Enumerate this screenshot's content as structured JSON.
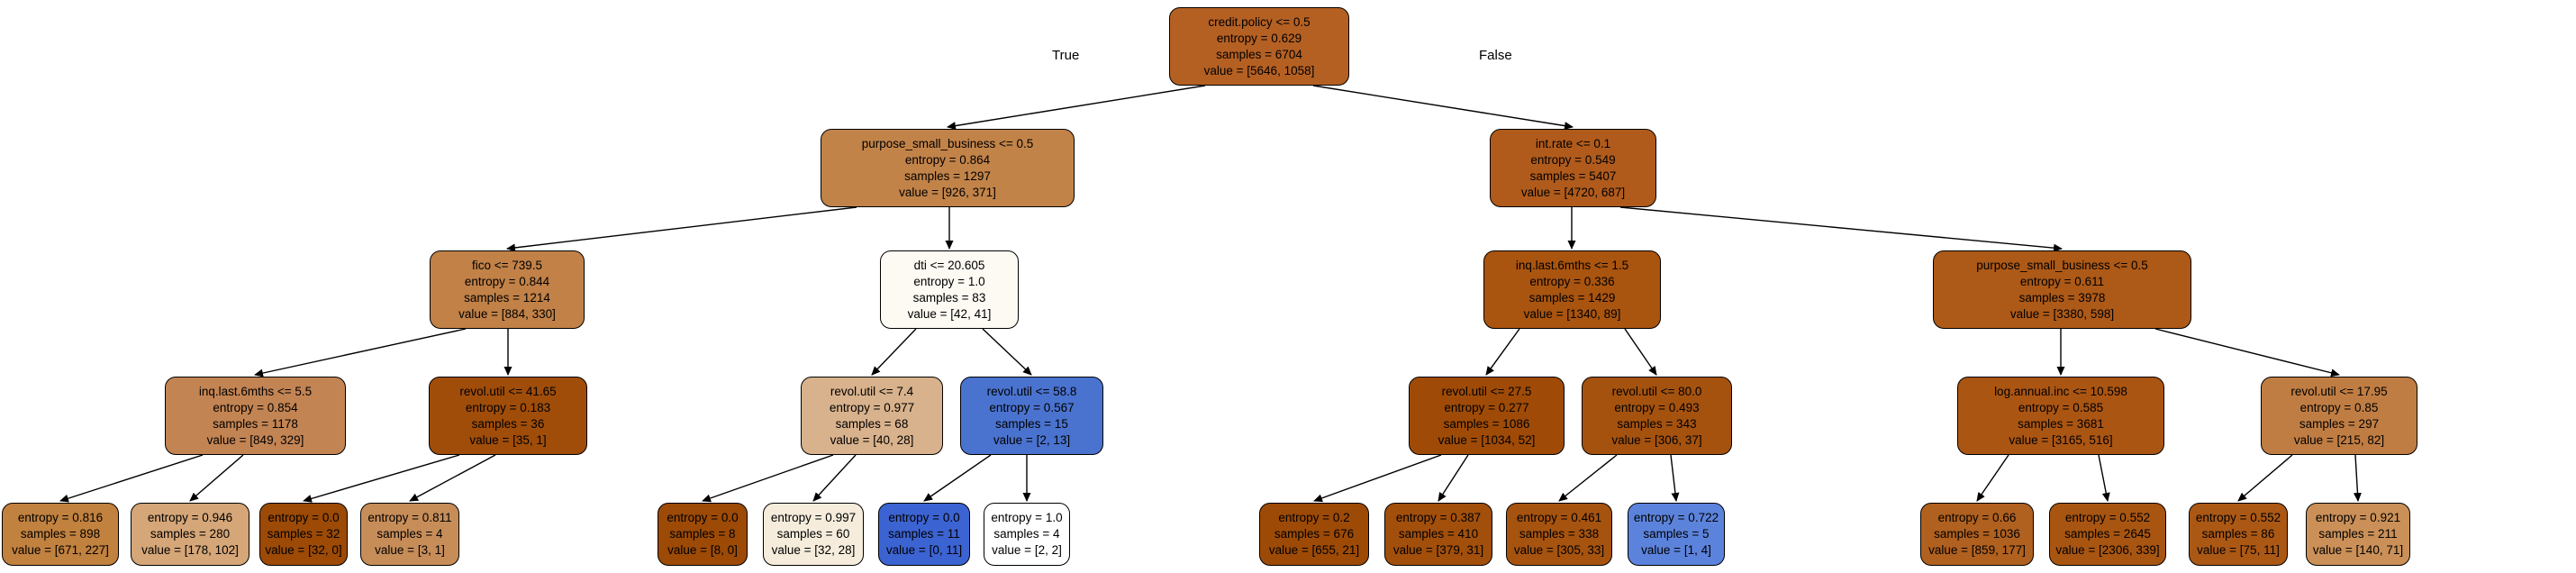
{
  "figure": {
    "background": "#ffffff",
    "type": "decision-tree",
    "criterion": "entropy",
    "class_colors": {
      "majority_class_0": "#9c4a06",
      "majority_class_1": "#3c63d2",
      "balanced": "#ffffff"
    }
  },
  "tree": {
    "edge_labels": {
      "true_label": "True",
      "false_label": "False"
    },
    "nodes": [
      {
        "name": "credit-policy-root",
        "depth": 0,
        "color": "#b56023",
        "lines": [
          "credit.policy <= 0.5",
          "entropy = 0.629",
          "samples = 6704",
          "value = [5646, 1058]"
        ]
      },
      {
        "name": "purpose-small-business-left",
        "depth": 1,
        "color": "#c28349",
        "lines": [
          "purpose_small_business <= 0.5",
          "entropy = 0.864",
          "samples = 1297",
          "value = [926, 371]"
        ]
      },
      {
        "name": "int-rate",
        "depth": 1,
        "color": "#b05b1c",
        "lines": [
          "int.rate <= 0.1",
          "entropy = 0.549",
          "samples = 5407",
          "value = [4720, 687]"
        ]
      },
      {
        "name": "fico",
        "depth": 2,
        "color": "#c18147",
        "lines": [
          "fico <= 739.5",
          "entropy = 0.844",
          "samples = 1214",
          "value = [884, 330]"
        ]
      },
      {
        "name": "dti",
        "depth": 2,
        "color": "#fdf9f3",
        "lines": [
          "dti <= 20.605",
          "entropy = 1.0",
          "samples = 83",
          "value = [42, 41]"
        ]
      },
      {
        "name": "inq-last-6mths-1-5",
        "depth": 2,
        "color": "#a9540f",
        "lines": [
          "inq.last.6mths <= 1.5",
          "entropy = 0.336",
          "samples = 1429",
          "value = [1340, 89]"
        ]
      },
      {
        "name": "purpose-small-business-right",
        "depth": 2,
        "color": "#ad5917",
        "lines": [
          "purpose_small_business <= 0.5",
          "entropy = 0.611",
          "samples = 3978",
          "value = [3380, 598]"
        ]
      },
      {
        "name": "inq-last-6mths-5-5",
        "depth": 3,
        "color": "#c38453",
        "lines": [
          "inq.last.6mths <= 5.5",
          "entropy = 0.854",
          "samples = 1178",
          "value = [849, 329]"
        ]
      },
      {
        "name": "revol-util-41-65",
        "depth": 3,
        "color": "#a04d0a",
        "lines": [
          "revol.util <= 41.65",
          "entropy = 0.183",
          "samples = 36",
          "value = [35, 1]"
        ]
      },
      {
        "name": "revol-util-7-4",
        "depth": 3,
        "color": "#d8b28c",
        "lines": [
          "revol.util <= 7.4",
          "entropy = 0.977",
          "samples = 68",
          "value = [40, 28]"
        ]
      },
      {
        "name": "revol-util-58-8",
        "depth": 3,
        "color": "#4a73cf",
        "lines": [
          "revol.util <= 58.8",
          "entropy = 0.567",
          "samples = 15",
          "value = [2, 13]"
        ]
      },
      {
        "name": "revol-util-27-5",
        "depth": 3,
        "color": "#9f4b07",
        "lines": [
          "revol.util <= 27.5",
          "entropy = 0.277",
          "samples = 1086",
          "value = [1034, 52]"
        ]
      },
      {
        "name": "revol-util-80-0",
        "depth": 3,
        "color": "#a5520f",
        "lines": [
          "revol.util <= 80.0",
          "entropy = 0.493",
          "samples = 343",
          "value = [306, 37]"
        ]
      },
      {
        "name": "log-annual-inc",
        "depth": 3,
        "color": "#ab5513",
        "lines": [
          "log.annual.inc <= 10.598",
          "entropy = 0.585",
          "samples = 3681",
          "value = [3165, 516]"
        ]
      },
      {
        "name": "revol-util-17-95",
        "depth": 3,
        "color": "#c07d43",
        "lines": [
          "revol.util <= 17.95",
          "entropy = 0.85",
          "samples = 297",
          "value = [215, 82]"
        ]
      },
      {
        "name": "leaf-1",
        "depth": 4,
        "color": "#c1813f",
        "lines": [
          "entropy = 0.816",
          "samples = 898",
          "value = [671, 227]"
        ]
      },
      {
        "name": "leaf-2",
        "depth": 4,
        "color": "#d5a678",
        "lines": [
          "entropy = 0.946",
          "samples = 280",
          "value = [178, 102]"
        ]
      },
      {
        "name": "leaf-3",
        "depth": 4,
        "color": "#9c4a06",
        "lines": [
          "entropy = 0.0",
          "samples = 32",
          "value = [32, 0]"
        ]
      },
      {
        "name": "leaf-4",
        "depth": 4,
        "color": "#c78d59",
        "lines": [
          "entropy = 0.811",
          "samples = 4",
          "value = [3, 1]"
        ]
      },
      {
        "name": "leaf-5",
        "depth": 4,
        "color": "#9c4a06",
        "lines": [
          "entropy = 0.0",
          "samples = 8",
          "value = [8, 0]"
        ]
      },
      {
        "name": "leaf-6",
        "depth": 4,
        "color": "#f5ecdc",
        "lines": [
          "entropy = 0.997",
          "samples = 60",
          "value = [32, 28]"
        ]
      },
      {
        "name": "leaf-7",
        "depth": 4,
        "color": "#3c63d2",
        "lines": [
          "entropy = 0.0",
          "samples = 11",
          "value = [0, 11]"
        ]
      },
      {
        "name": "leaf-8",
        "depth": 4,
        "color": "#ffffff",
        "lines": [
          "entropy = 1.0",
          "samples = 4",
          "value = [2, 2]"
        ]
      },
      {
        "name": "leaf-9",
        "depth": 4,
        "color": "#9d4a06",
        "lines": [
          "entropy = 0.2",
          "samples = 676",
          "value = [655, 21]"
        ]
      },
      {
        "name": "leaf-10",
        "depth": 4,
        "color": "#a24f0b",
        "lines": [
          "entropy = 0.387",
          "samples = 410",
          "value = [379, 31]"
        ]
      },
      {
        "name": "leaf-11",
        "depth": 4,
        "color": "#a6530f",
        "lines": [
          "entropy = 0.461",
          "samples = 338",
          "value = [305, 33]"
        ]
      },
      {
        "name": "leaf-12",
        "depth": 4,
        "color": "#5c83dc",
        "lines": [
          "entropy = 0.722",
          "samples = 5",
          "value = [1, 4]"
        ]
      },
      {
        "name": "leaf-13",
        "depth": 4,
        "color": "#b0601f",
        "lines": [
          "entropy = 0.66",
          "samples = 1036",
          "value = [859, 177]"
        ]
      },
      {
        "name": "leaf-14",
        "depth": 4,
        "color": "#a85511",
        "lines": [
          "entropy = 0.552",
          "samples = 2645",
          "value = [2306, 339]"
        ]
      },
      {
        "name": "leaf-15",
        "depth": 4,
        "color": "#ab5815",
        "lines": [
          "entropy = 0.552",
          "samples = 86",
          "value = [75, 11]"
        ]
      },
      {
        "name": "leaf-16",
        "depth": 4,
        "color": "#ca9058",
        "lines": [
          "entropy = 0.921",
          "samples = 211",
          "value = [140, 71]"
        ]
      }
    ]
  }
}
